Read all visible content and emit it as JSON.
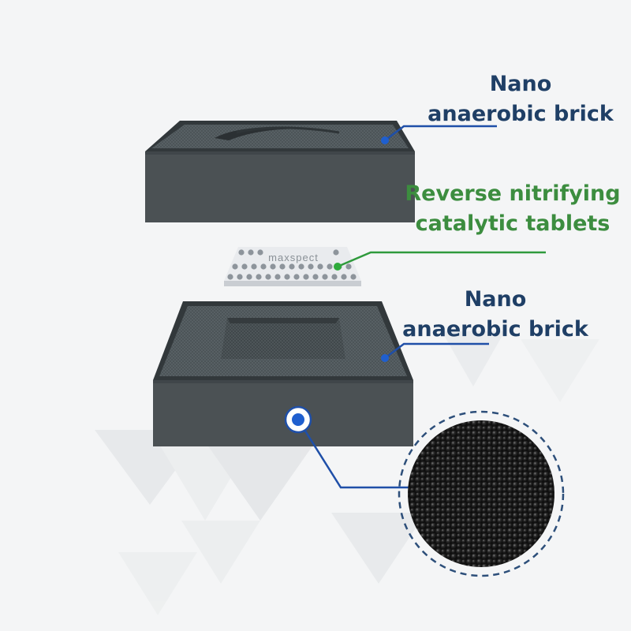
{
  "labels": {
    "top_brick": {
      "line1": "Nano",
      "line2": "anaerobic brick"
    },
    "tablets": {
      "line1": "Reverse nitrifying",
      "line2": "catalytic tablets"
    },
    "bottom_brick": {
      "line1": "Nano",
      "line2": "anaerobic brick"
    }
  },
  "tablet_brand": "maxspect",
  "colors": {
    "label_navy": "#1f3f66",
    "label_green": "#3c8d3f",
    "brick_dark": "#4b5154",
    "callout_blue": "#1f4fa8",
    "callout_green": "#2f9a3c",
    "tablet_white": "#e9ebee"
  }
}
